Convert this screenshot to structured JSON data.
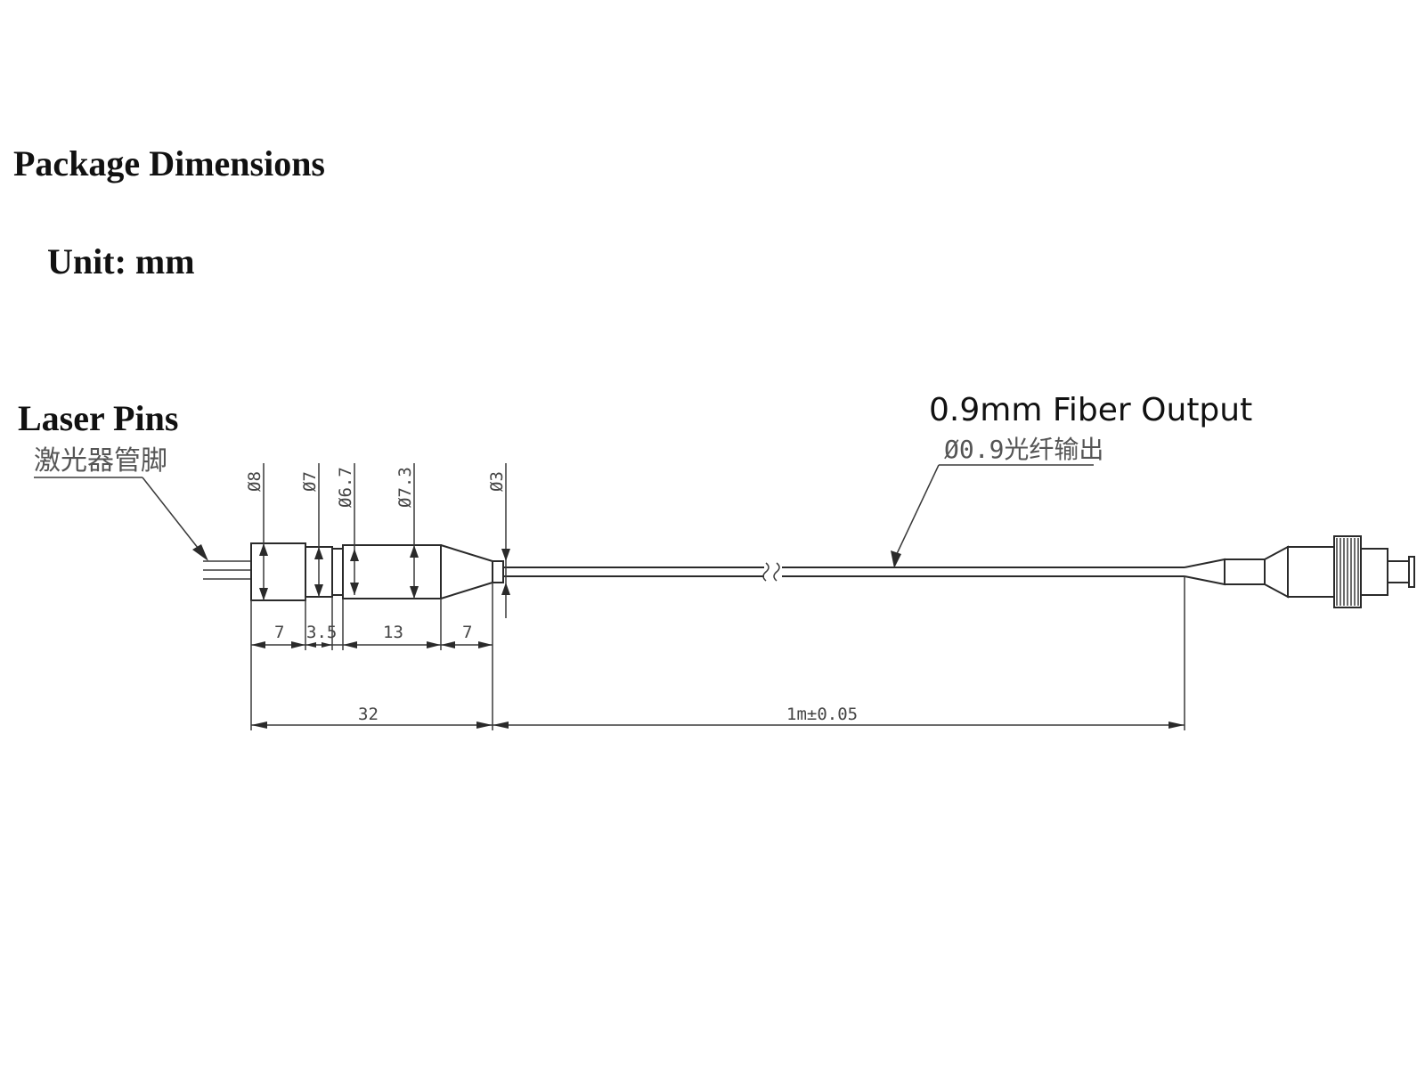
{
  "title": "Package Dimensions",
  "unit": "Unit: mm",
  "callouts": {
    "pins_en": "Laser Pins",
    "pins_cn": "激光器管脚",
    "fiber_en": "0.9mm Fiber Output",
    "fiber_cn": "Ø0.9光纤输出"
  },
  "diameters": {
    "d1": "Ø8",
    "d2": "Ø7",
    "d3": "Ø6.7",
    "d4": "Ø7.3",
    "d5": "Ø3"
  },
  "lengths": {
    "seg1": "7",
    "seg2": "3.5",
    "seg3": "13",
    "seg4": "7",
    "body_total": "32",
    "fiber_length": "1m±0.05"
  },
  "colors": {
    "line": "#2a2a2a",
    "dimension_text": "#444444"
  }
}
